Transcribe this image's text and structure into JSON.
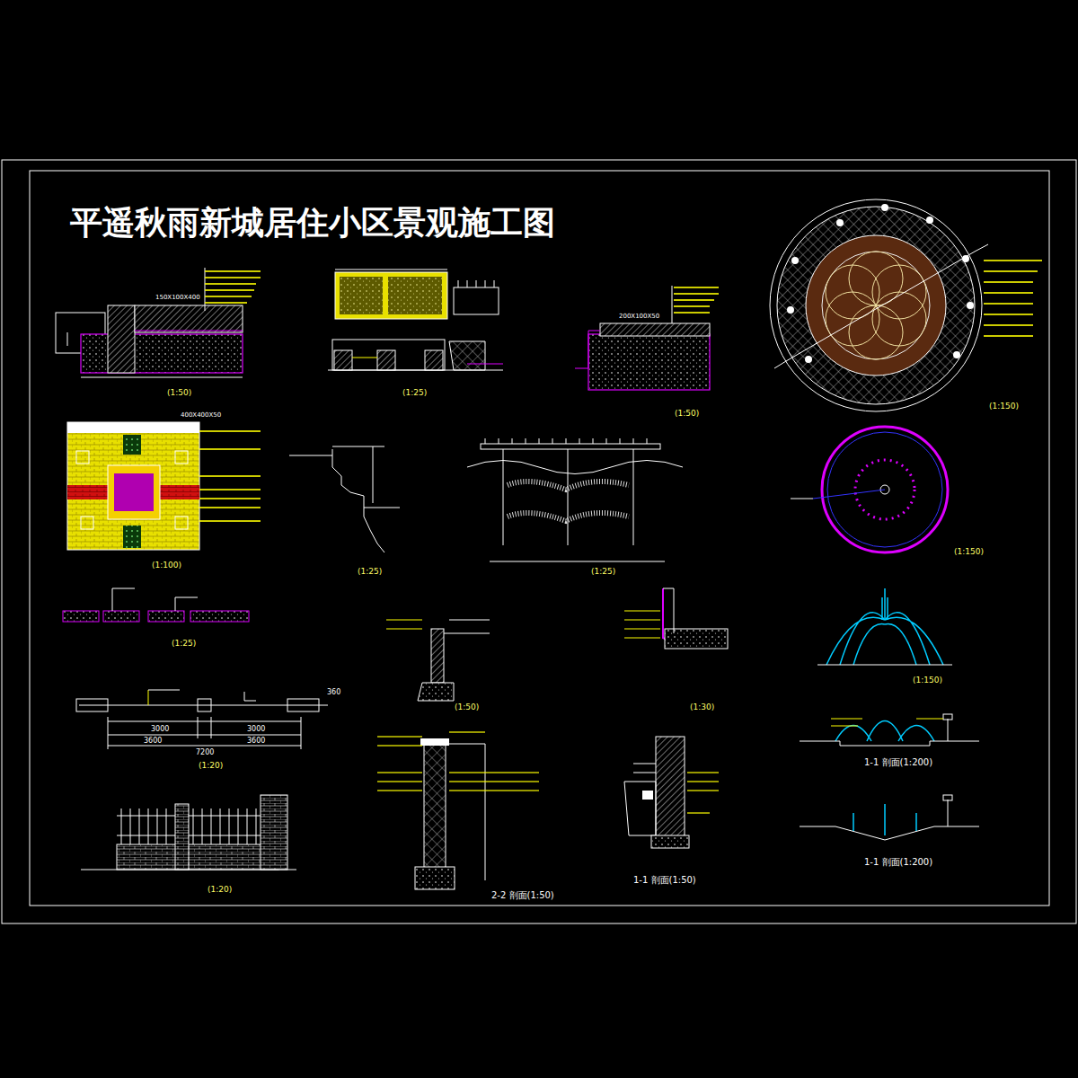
{
  "diagram": {
    "title": "平遥秋雨新城居住小区景观施工图",
    "labels": [
      "150X100X400",
      "200X100X50",
      "400X400X50",
      "(1:50)",
      "(1:25)",
      "(1:50)",
      "(1:150)",
      "(1:100)",
      "(1:25)",
      "(1:25)",
      "(1:150)",
      "(1:25)",
      "(1:50)",
      "(1:30)",
      "(1:150)",
      "(1:20)",
      "1-1 剖面(1:200)",
      "(1:20)",
      "2-2 剖面(1:50)",
      "1-1 剖面(1:50)",
      "1-1 剖面(1:200)",
      "3000",
      "3000",
      "3600",
      "3600",
      "7200",
      "360"
    ]
  }
}
